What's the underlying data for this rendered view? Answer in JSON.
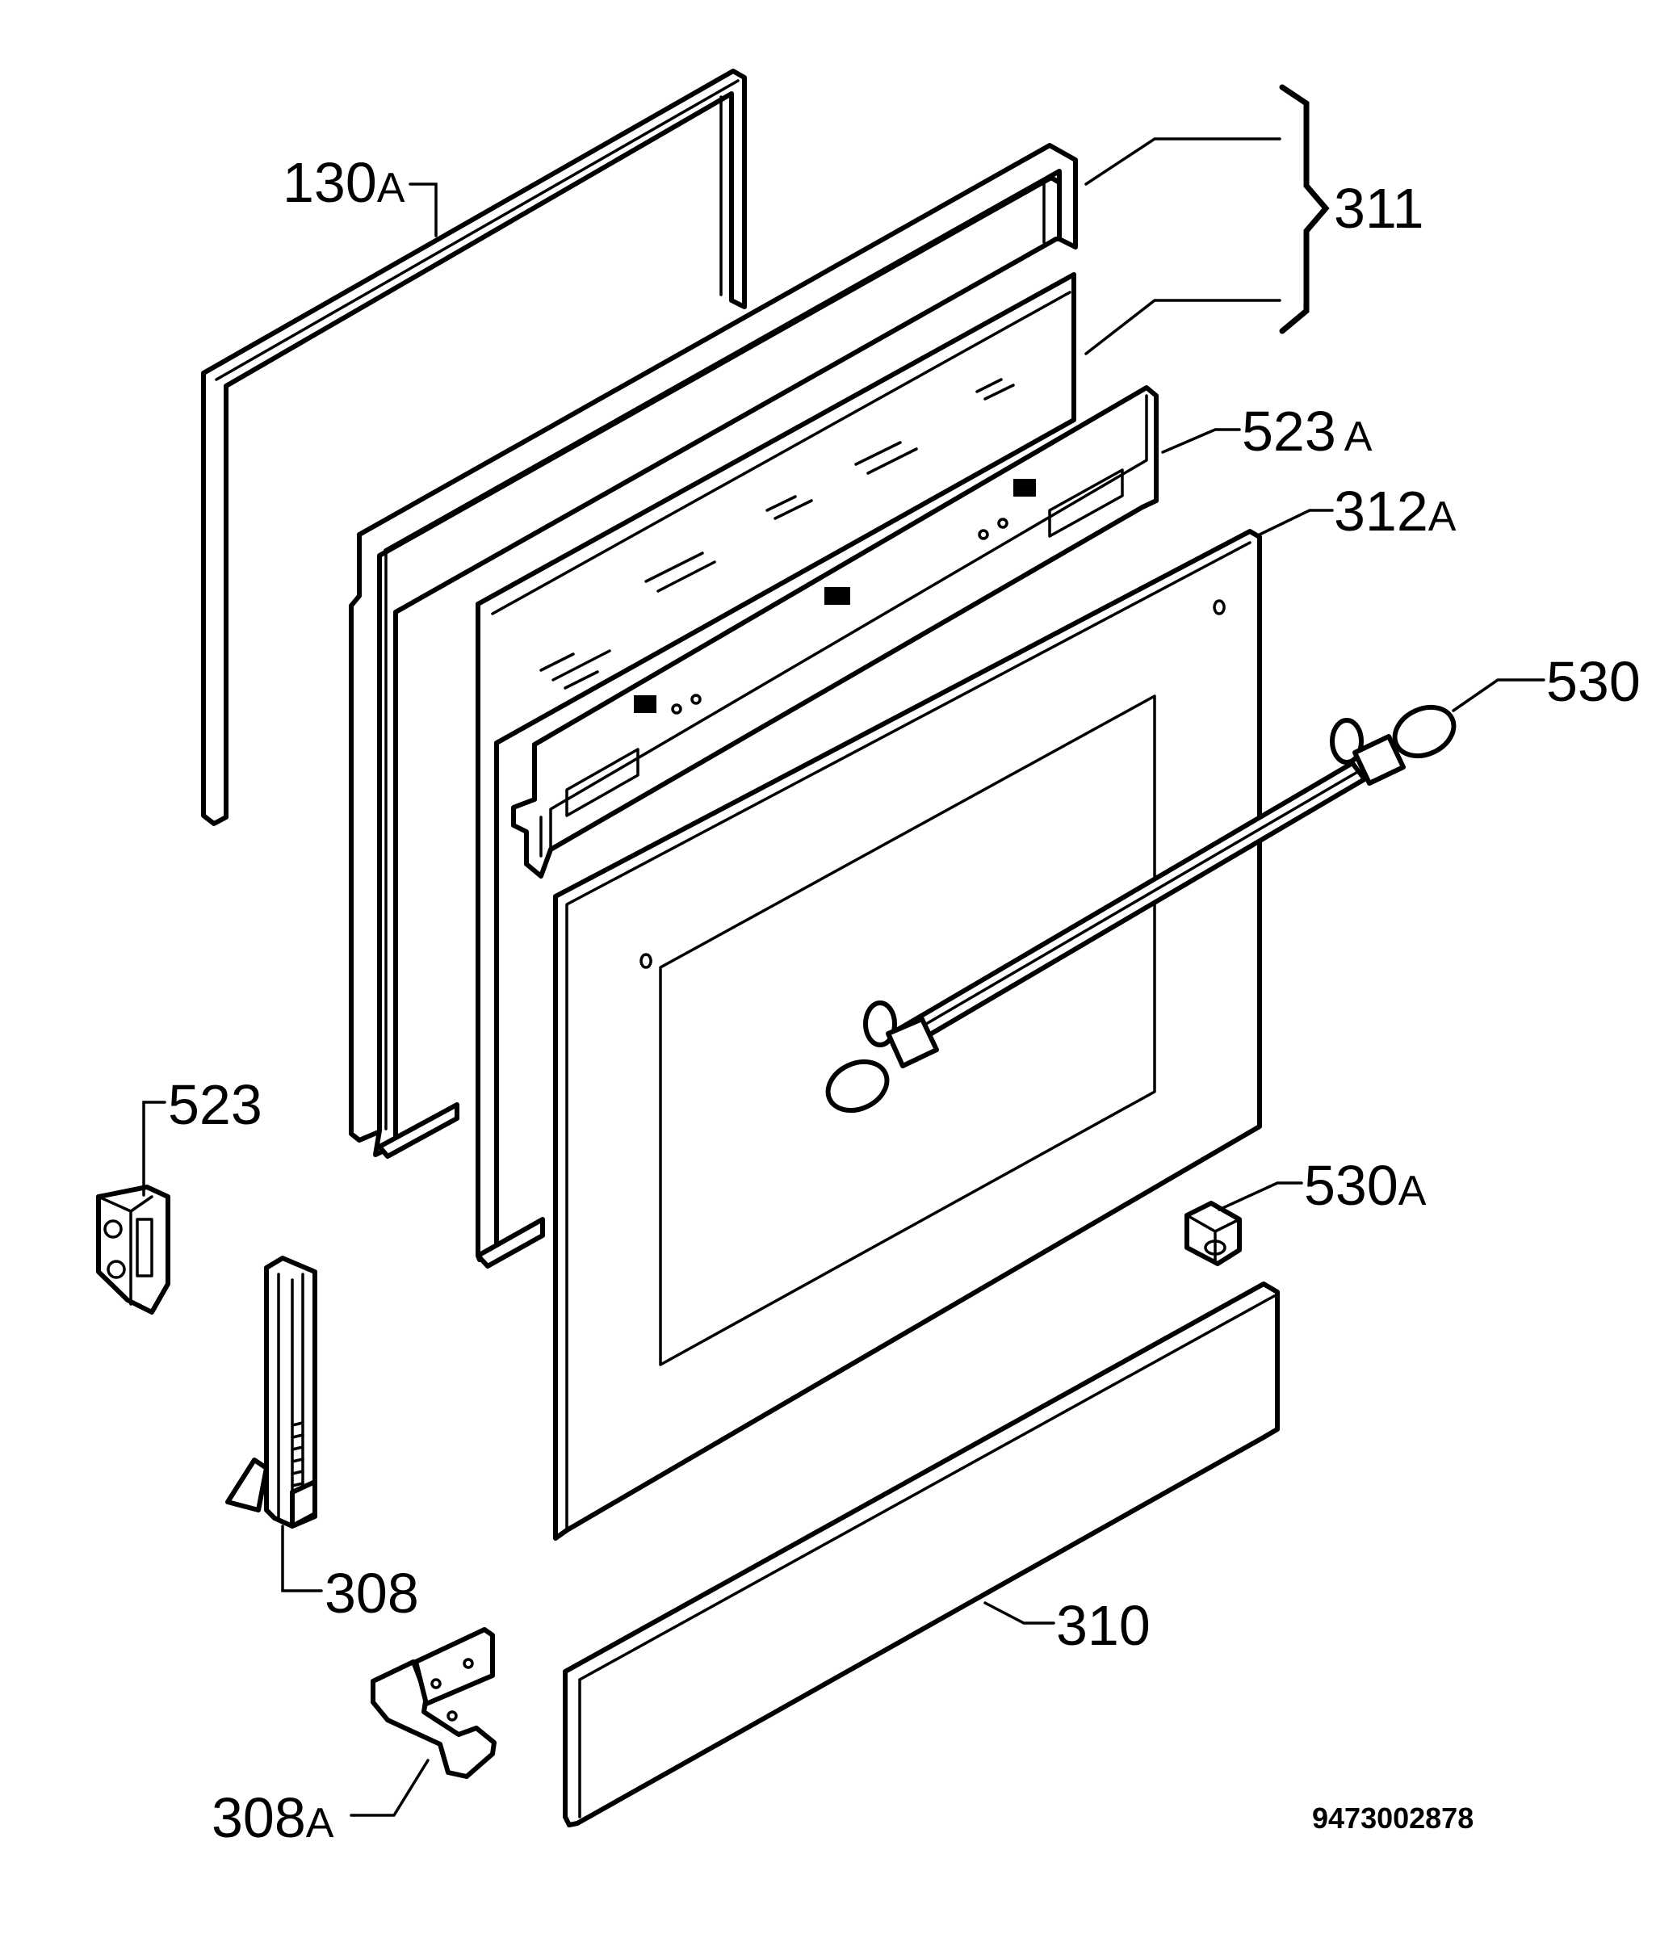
{
  "labels": {
    "p130a_num": "130",
    "p130a_suffix": "A",
    "p311": "311",
    "p523a_num": "523",
    "p523a_suffix": "A",
    "p312a_num": "312",
    "p312a_suffix": "A",
    "p530": "530",
    "p523": "523",
    "p530a_num": "530",
    "p530a_suffix": "A",
    "p308": "308",
    "p310": "310",
    "p308a_num": "308",
    "p308a_suffix": "A"
  },
  "document_number": "9473002878"
}
